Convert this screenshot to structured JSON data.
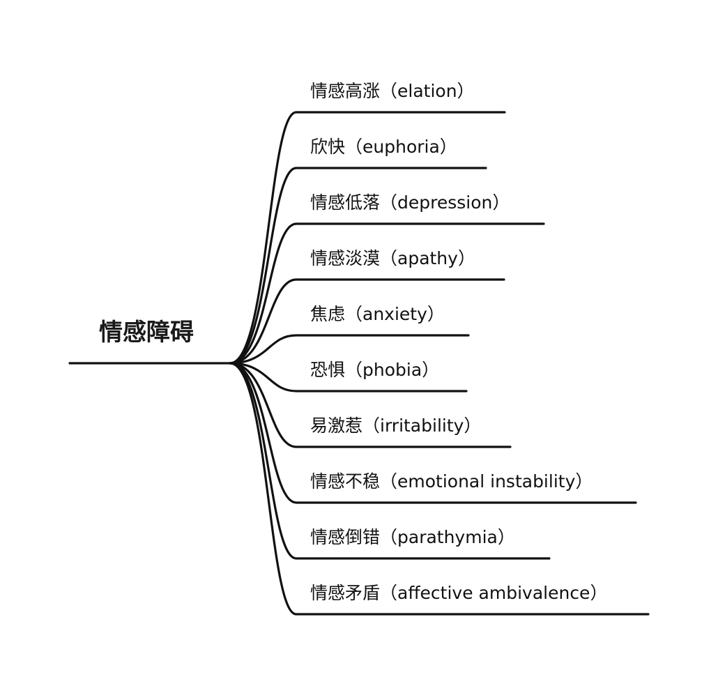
{
  "root": {
    "label": "情感障碍"
  },
  "branches": [
    {
      "label": "情感高涨（elation）"
    },
    {
      "label": "欣快（euphoria）"
    },
    {
      "label": "情感低落（depression）"
    },
    {
      "label": "情感淡漠（apathy）"
    },
    {
      "label": "焦虑（anxiety）"
    },
    {
      "label": "恐惧（phobia）"
    },
    {
      "label": "易激惹（irritability）"
    },
    {
      "label": "情感不稳（emotional instability）"
    },
    {
      "label": "情感倒错（parathymia）"
    },
    {
      "label": "情感矛盾（affective ambivalence）"
    }
  ],
  "colors": {
    "line": "#111111",
    "text": "#111111",
    "background": "#ffffff"
  }
}
